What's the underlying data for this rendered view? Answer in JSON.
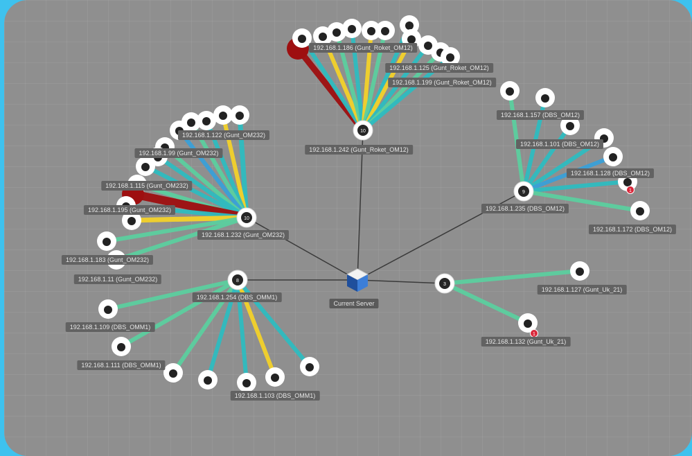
{
  "central": {
    "label": "Current Server"
  },
  "hubs": [
    {
      "id": "h1",
      "count": "10",
      "label": "192.168.1.232 (Gunt_OM232)"
    },
    {
      "id": "h2",
      "count": "10",
      "label": "192.168.1.242 (Gunt_Roket_OM12)"
    },
    {
      "id": "h3",
      "count": "9",
      "label": "192.168.1.235 (DBS_OM12)"
    },
    {
      "id": "h4",
      "count": "8",
      "label": "192.168.1.254 (DBS_OMM1)"
    },
    {
      "id": "h5",
      "count": "3",
      "label": ""
    }
  ],
  "leaf_labels": [
    "192.168.1.122 (Gunt_OM232)",
    "192.168.1.99 (Gunt_OM232)",
    "192.168.1.115 (Gunt_OM232)",
    "192.168.1.195 (Gunt_OM232)",
    "192.168.1.183 (Gunt_OM232)",
    "192.168.1.11 (Gunt_OM232)",
    "192.168.1.186 (Gunt_Roket_OM12)",
    "192.168.1.125 (Gunt_Roket_OM12)",
    "192.168.1.199 (Gunt_Roket_OM12)",
    "192.168.1.157 (DBS_OM12)",
    "192.168.1.101 (DBS_OM12)",
    "192.168.1.128 (DBS_OM12)",
    "192.168.1.172 (DBS_OM12)",
    "192.168.1.109 (DBS_OMM1)",
    "192.168.1.111 (DBS_OMM1)",
    "192.168.1.103 (DBS_OMM1)",
    "192.168.1.127 (Gunt_Uk_21)",
    "192.168.1.132 (Gunt_Uk_21)"
  ],
  "link_colors": {
    "normal": "#5ccf9f",
    "teal": "#2fbcc0",
    "warn": "#f4d22a",
    "critical": "#9e0f10",
    "blue": "#3aa0d8",
    "backbone": "#3a3a3a"
  },
  "badge_count": "1"
}
